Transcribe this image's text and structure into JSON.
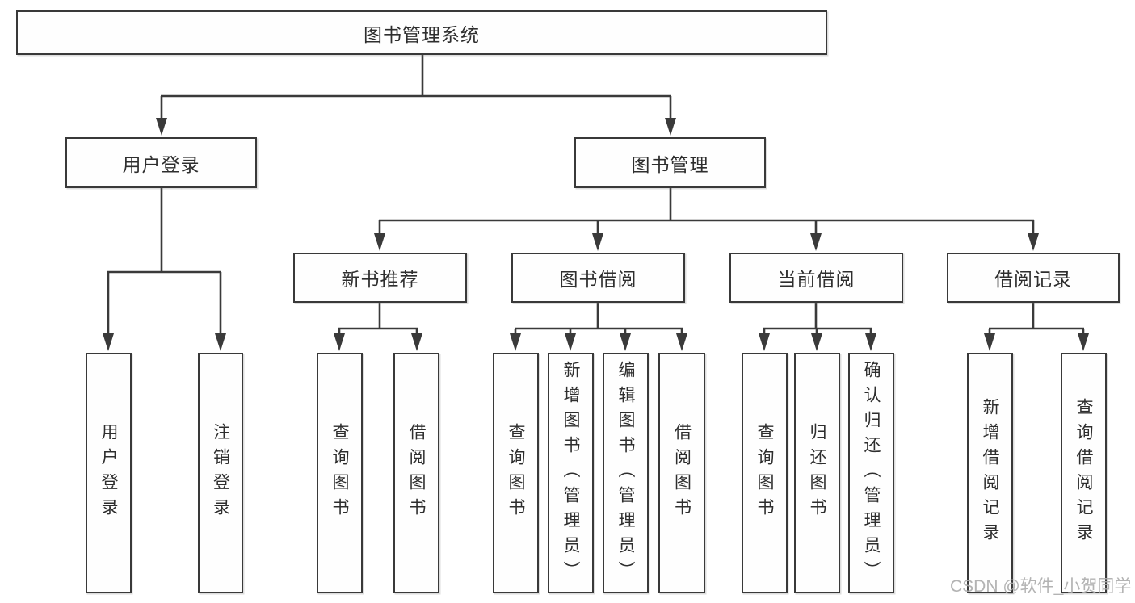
{
  "colors": {
    "line": "#3a3a3a",
    "box_border": "#393939",
    "box_fill": "#fefefe",
    "text": "#2e2e2e",
    "watermark": "#adadad",
    "background": "#ffffff"
  },
  "watermark": "CSDN @软件_小贺同学",
  "tree": {
    "root": {
      "label": "图书管理系统",
      "children": [
        {
          "label": "用户登录",
          "children": [
            {
              "label": "用户登录"
            },
            {
              "label": "注销登录"
            }
          ]
        },
        {
          "label": "图书管理",
          "children": [
            {
              "label": "新书推荐",
              "children": [
                {
                  "label": "查询图书"
                },
                {
                  "label": "借阅图书"
                }
              ]
            },
            {
              "label": "图书借阅",
              "children": [
                {
                  "label": "查询图书"
                },
                {
                  "label": "新增图书（管理员）"
                },
                {
                  "label": "编辑图书（管理员）"
                },
                {
                  "label": "借阅图书"
                }
              ]
            },
            {
              "label": "当前借阅",
              "children": [
                {
                  "label": "查询图书"
                },
                {
                  "label": "归还图书"
                },
                {
                  "label": "确认归还（管理员）"
                }
              ]
            },
            {
              "label": "借阅记录",
              "children": [
                {
                  "label": "新增借阅记录"
                },
                {
                  "label": "查询借阅记录"
                }
              ]
            }
          ]
        }
      ]
    }
  }
}
